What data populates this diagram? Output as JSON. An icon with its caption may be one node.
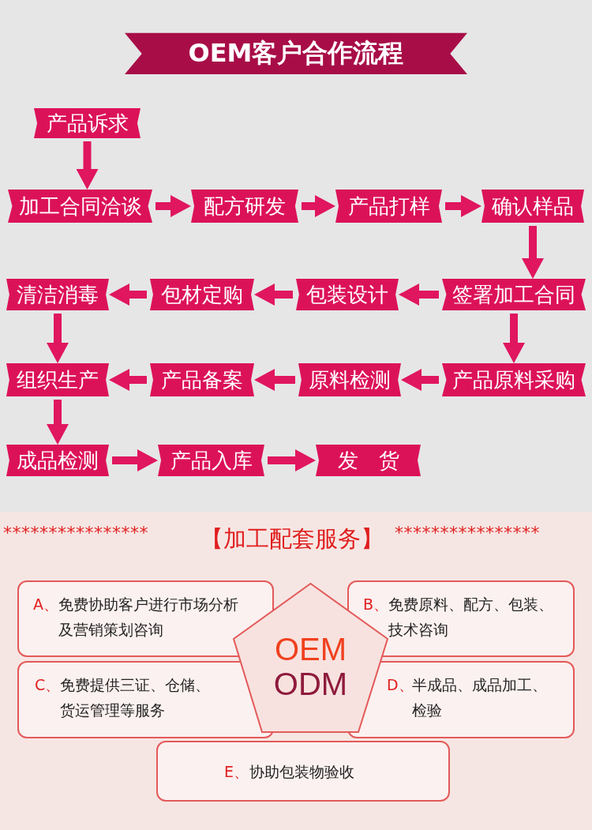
{
  "diagram": {
    "title": "OEM客户合作流程",
    "nodes": [
      {
        "text": [
          "产品诉求"
        ]
      },
      {
        "text": [
          "加工合同洽谈"
        ]
      },
      {
        "text": [
          "配方研发"
        ]
      },
      {
        "text": [
          "产品打样"
        ]
      },
      {
        "text": [
          "确认样品"
        ]
      },
      {
        "text": [
          "签署加工合同"
        ]
      },
      {
        "text": [
          "包装设计"
        ]
      },
      {
        "text": [
          "包材定购"
        ]
      },
      {
        "text": [
          "清洁消毒"
        ]
      },
      {
        "text": [
          "组织生产"
        ]
      },
      {
        "text": [
          "产品备案"
        ]
      },
      {
        "text": [
          "原料检测"
        ]
      },
      {
        "text": [
          "产品原料采购"
        ]
      },
      {
        "text": [
          "成品检测"
        ]
      },
      {
        "text": [
          "产品入库"
        ]
      },
      {
        "text": [
          "发　货"
        ]
      },
      {
        "text": [
          "A、",
          "免费协助客户进行市场分析及营销策划咨询"
        ]
      },
      {
        "text": [
          "B、",
          "免费原料、配方、包装、技术咨询"
        ]
      },
      {
        "text": [
          "C、",
          "免费提供三证、仓储、货运管理等服务"
        ]
      },
      {
        "text": [
          "D、",
          "半成品、成品加工、检验"
        ]
      },
      {
        "text": [
          "E、",
          "协助包装物验收"
        ]
      },
      {
        "text": [
          "OEM",
          "ODM"
        ]
      }
    ],
    "edges": [
      {
        "from": 0,
        "to": 1,
        "arrow": "to"
      },
      {
        "from": 1,
        "to": 2,
        "arrow": "to"
      },
      {
        "from": 2,
        "to": 3,
        "arrow": "to"
      },
      {
        "from": 3,
        "to": 4,
        "arrow": "to"
      },
      {
        "from": 4,
        "to": 5,
        "arrow": "to"
      },
      {
        "from": 5,
        "to": 6,
        "arrow": "to"
      },
      {
        "from": 6,
        "to": 7,
        "arrow": "to"
      },
      {
        "from": 7,
        "to": 8,
        "arrow": "to"
      },
      {
        "from": 8,
        "to": 9,
        "arrow": "to"
      },
      {
        "from": 5,
        "to": 12,
        "arrow": "to"
      },
      {
        "from": 12,
        "to": 11,
        "arrow": "to"
      },
      {
        "from": 11,
        "to": 10,
        "arrow": "to"
      },
      {
        "from": 10,
        "to": 9,
        "arrow": "to"
      },
      {
        "from": 9,
        "to": 13,
        "arrow": "to"
      },
      {
        "from": 13,
        "to": 14,
        "arrow": "to"
      },
      {
        "from": 14,
        "to": 15,
        "arrow": "to"
      }
    ],
    "labels": [
      "****************",
      "【加工配套服务】",
      "****************"
    ]
  }
}
